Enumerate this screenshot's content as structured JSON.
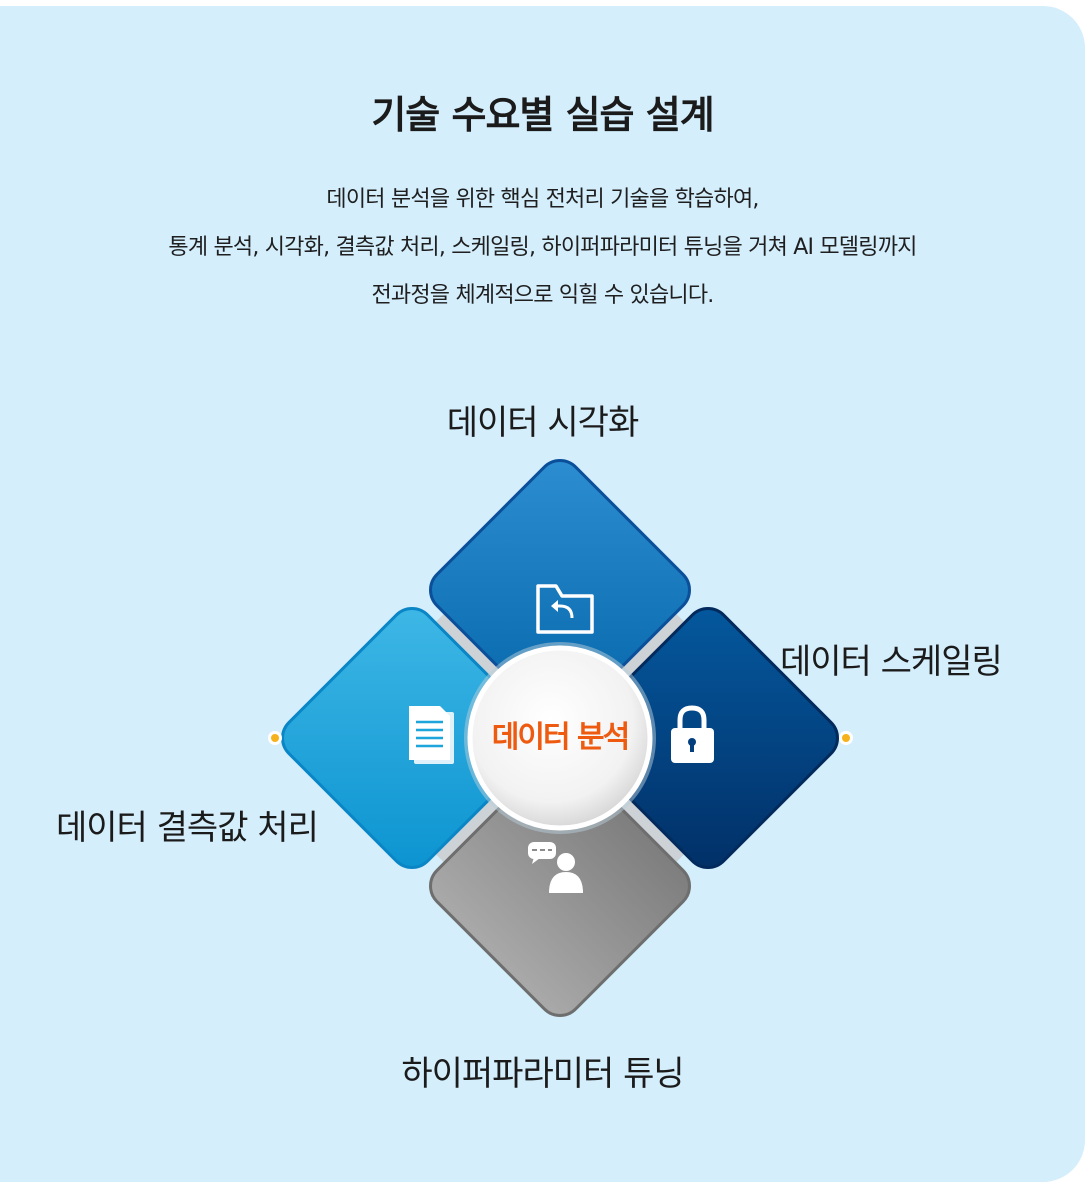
{
  "title": "기술 수요별 실습 설계",
  "description": [
    "데이터 분석을 위한 핵심 전처리 기술을 학습하여,",
    "통계 분석, 시각화, 결측값 처리, 스케일링, 하이퍼파라미터 튜닝을 거쳐 AI 모델링까지",
    "전과정을 체계적으로 익힐 수 있습니다."
  ],
  "center": "데이터 분석",
  "nodes": {
    "top": {
      "label": "데이터 시각화",
      "icon": "folder-return-icon",
      "color": "#0a73bd"
    },
    "right": {
      "label": "데이터 스케일링",
      "icon": "lock-icon",
      "color": "#033f7e"
    },
    "bottom": {
      "label": "하이퍼파라미터 튜닝",
      "icon": "person-chat-icon",
      "color": "#8c8c8c"
    },
    "left": {
      "label": "데이터 결측값 처리",
      "icon": "document-icon",
      "color": "#1ca6db"
    }
  },
  "colors": {
    "background": "#d4eefc",
    "accent_center_text": "#ee5a10",
    "dot": "#f6b21c"
  }
}
